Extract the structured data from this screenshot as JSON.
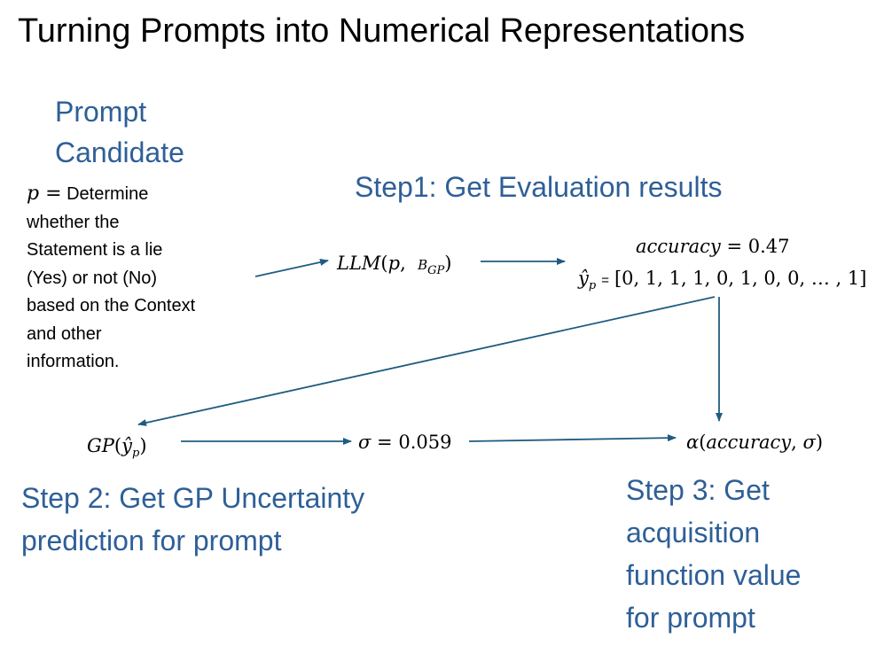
{
  "title": "Turning Prompts into Numerical Representations",
  "prompt_candidate": {
    "heading_line1": "Prompt",
    "heading_line2": "Candidate",
    "p_symbol": "p",
    "equals": "=",
    "text_line1": "Determine",
    "text_lines": [
      "whether the",
      "Statement is a lie",
      "(Yes) or not (No)",
      "based on the Context",
      "and other",
      "information."
    ]
  },
  "step1": {
    "heading": "Step1: Get Evaluation results",
    "llm_name": "LLM",
    "llm_p": "p",
    "llm_b": "B",
    "llm_b_sub": "GP",
    "accuracy_name": "accuracy",
    "accuracy_eq": "=",
    "accuracy_value": "0.47",
    "yhat_symbol": "ŷ",
    "yhat_sub": "p",
    "yhat_eq": "=",
    "yhat_vector": "[0, 1, 1, 1, 0, 1, 0, 0, … , 1]"
  },
  "step2": {
    "heading_line1": "Step 2: Get GP Uncertainty",
    "heading_line2": "prediction for prompt",
    "gp_name": "GP",
    "gp_arg": "ŷ",
    "gp_arg_sub": "p",
    "sigma_symbol": "σ",
    "sigma_eq": "=",
    "sigma_value": "0.059"
  },
  "step3": {
    "heading_lines": [
      "Step 3: Get",
      "acquisition",
      "function value",
      "for prompt"
    ],
    "alpha_symbol": "α",
    "alpha_arg1": "accuracy",
    "alpha_arg2": "σ"
  },
  "colors": {
    "heading_blue": "#2E5F97",
    "arrow": "#1F5C80",
    "text": "#000000"
  }
}
